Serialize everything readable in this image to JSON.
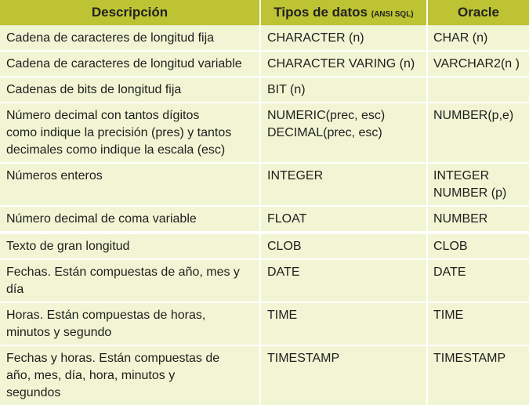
{
  "table": {
    "headers": {
      "description": "Descripción",
      "sql_types": "Tipos de datos",
      "sql_types_note": "(ANSI SQL)",
      "oracle": "Oracle"
    },
    "rows": [
      {
        "description": [
          "Cadena de caracteres de longitud fija"
        ],
        "sql": [
          "CHARACTER (n)"
        ],
        "oracle": [
          "CHAR (n)"
        ]
      },
      {
        "description": [
          "Cadena de caracteres de longitud variable"
        ],
        "sql": [
          "CHARACTER VARING (n)"
        ],
        "oracle": [
          "VARCHAR2(n )"
        ]
      },
      {
        "description": [
          "Cadenas de bits de longitud fija"
        ],
        "sql": [
          "BIT (n)"
        ],
        "oracle": []
      },
      {
        "description": [
          "Número decimal con tantos dígitos",
          "como indique la precisión (pres) y tantos",
          "decimales como indique la escala (esc)"
        ],
        "sql": [
          "NUMERIC(prec, esc)",
          "DECIMAL(prec, esc)"
        ],
        "oracle": [
          "NUMBER(p,e)"
        ]
      },
      {
        "description": [
          "Números enteros"
        ],
        "sql": [
          "INTEGER"
        ],
        "oracle": [
          "INTEGER",
          "NUMBER (p)"
        ]
      },
      {
        "description": [
          "Número decimal de coma variable"
        ],
        "sql": [
          "FLOAT"
        ],
        "oracle": [
          "NUMBER"
        ]
      },
      {
        "description": [
          "Texto de gran longitud"
        ],
        "sql": [
          "CLOB"
        ],
        "oracle": [
          "CLOB"
        ]
      },
      {
        "description": [
          "Fechas. Están compuestas de año, mes y",
          "día"
        ],
        "sql": [
          "DATE"
        ],
        "oracle": [
          "DATE"
        ]
      },
      {
        "description": [
          "Horas. Están compuestas de horas,",
          "minutos y segundo"
        ],
        "sql": [
          "TIME"
        ],
        "oracle": [
          "TIME"
        ]
      },
      {
        "description": [
          "Fechas y horas. Están compuestas de",
          "año, mes, día, hora, minutos y",
          "segundos"
        ],
        "sql": [
          "TIMESTAMP"
        ],
        "oracle": [
          "TIMESTAMP"
        ]
      }
    ]
  }
}
